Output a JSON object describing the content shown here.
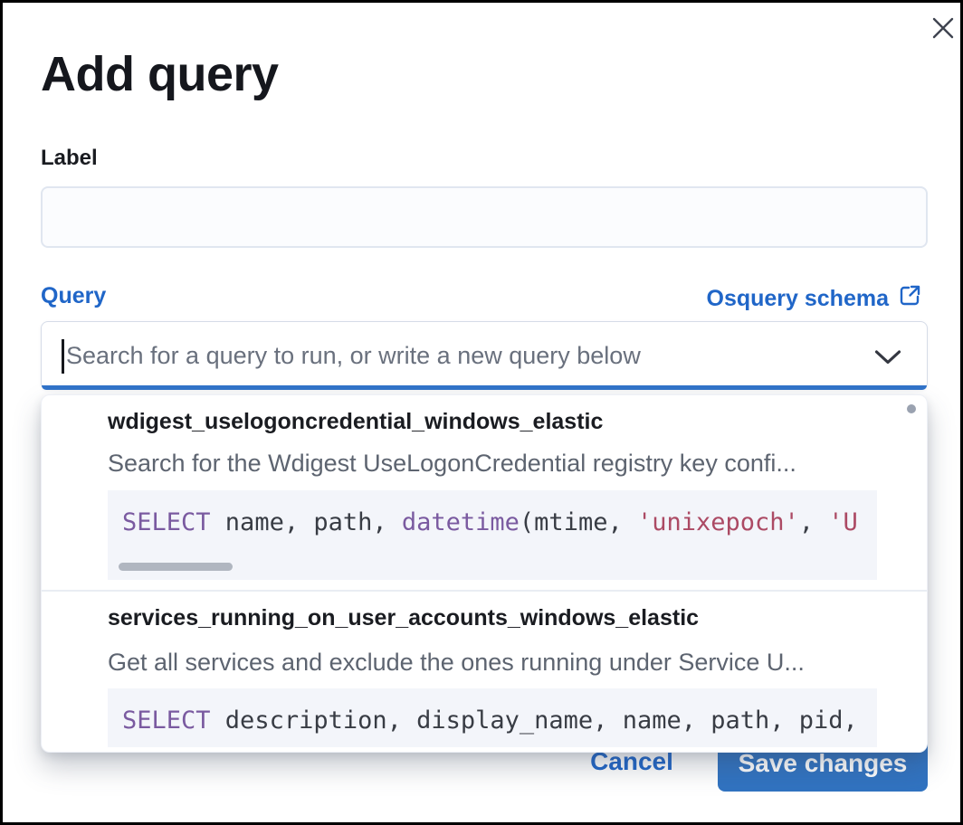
{
  "modal": {
    "title": "Add query"
  },
  "label_field": {
    "label": "Label",
    "value": "",
    "placeholder": ""
  },
  "query_field": {
    "label": "Query",
    "schema_link_label": "Osquery schema",
    "placeholder": "Search for a query to run, or write a new query below"
  },
  "dropdown": {
    "options": [
      {
        "title": "wdigest_uselogoncredential_windows_elastic",
        "description": "Search for the Wdigest UseLogonCredential registry key confi...",
        "code_tokens": [
          {
            "text": "SELECT",
            "type": "keyword"
          },
          {
            "text": " name, path, ",
            "type": "plain"
          },
          {
            "text": "datetime",
            "type": "keyword"
          },
          {
            "text": "(mtime, ",
            "type": "plain"
          },
          {
            "text": "'unixepoch'",
            "type": "string"
          },
          {
            "text": ", ",
            "type": "plain"
          },
          {
            "text": "'U",
            "type": "string"
          }
        ]
      },
      {
        "title": "services_running_on_user_accounts_windows_elastic",
        "description": "Get all services and exclude the ones running under Service U...",
        "code_tokens": [
          {
            "text": "SELECT",
            "type": "keyword"
          },
          {
            "text": " description, display_name, name, path, pid,",
            "type": "plain"
          }
        ]
      }
    ]
  },
  "footer": {
    "cancel_label": "Cancel",
    "save_label": "Save changes"
  },
  "colors": {
    "primary_link_blue": "#2066c8",
    "save_button_blue": "#3173c1",
    "focus_underline_blue": "#3173c9",
    "code_keyword_purple": "#7a5aa0",
    "code_string_red": "#ac4a64",
    "code_background": "#f3f5fa",
    "title_text": "#15171d",
    "muted_text": "#69707d"
  }
}
